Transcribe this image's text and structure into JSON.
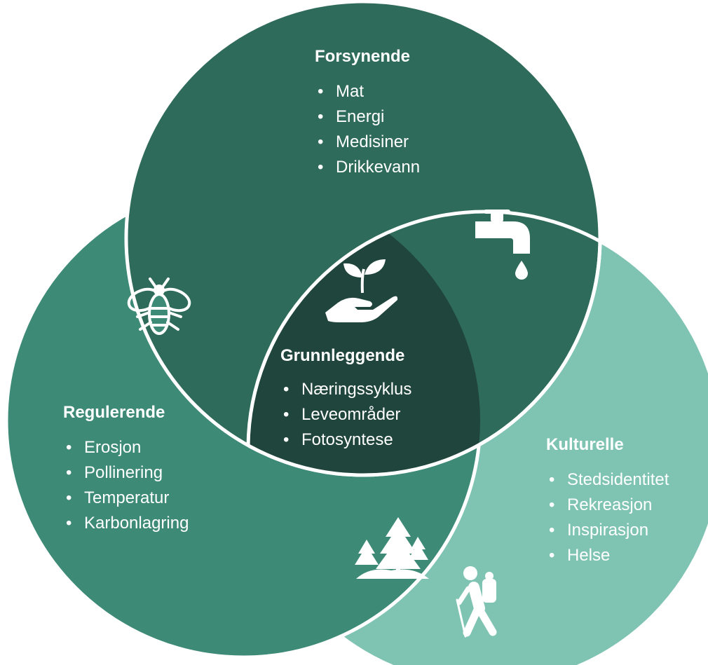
{
  "colors": {
    "forsynende": "#2f6b5b",
    "regulerende": "#3d8a77",
    "kulturelle": "#7fc4b3",
    "grunnleggende": "#1f453c",
    "border": "#ffffff",
    "text": "#ffffff"
  },
  "sections": {
    "forsynende": {
      "title": "Forsynende",
      "items": [
        "Mat",
        "Energi",
        "Medisiner",
        "Drikkevann"
      ],
      "icon": "water-tap-icon"
    },
    "regulerende": {
      "title": "Regulerende",
      "items": [
        "Erosjon",
        "Pollinering",
        "Temperatur",
        "Karbonlagring"
      ],
      "icon": "bee-icon"
    },
    "kulturelle": {
      "title": "Kulturelle",
      "items": [
        "Stedsidentitet",
        "Rekreasjon",
        "Inspirasjon",
        "Helse"
      ],
      "icons": [
        "forest-icon",
        "hiker-icon"
      ]
    },
    "grunnleggende": {
      "title": "Grunnleggende",
      "items": [
        "Næringssyklus",
        "Leveområder",
        "Fotosyntese"
      ],
      "icon": "plant-in-hand-icon"
    }
  }
}
